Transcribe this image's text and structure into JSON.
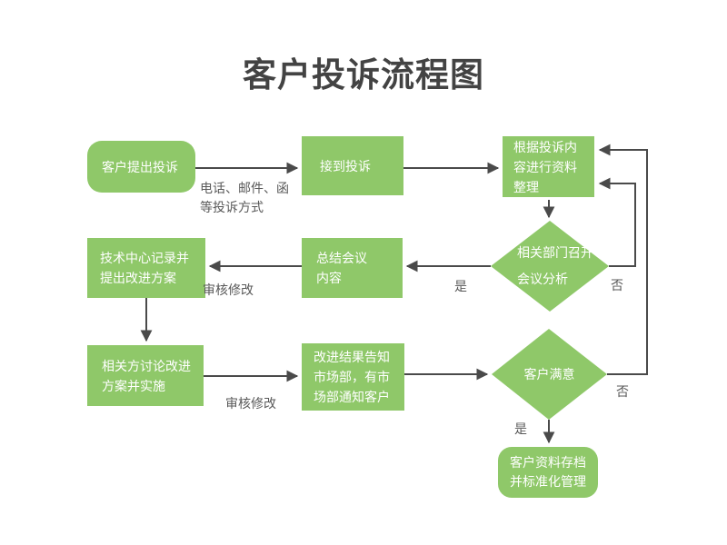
{
  "title": "客户投诉流程图",
  "colors": {
    "node-green": "#8FC869",
    "line": "#4A4A4A",
    "label-text": "#595959",
    "title-text": "#434343",
    "node-text": "#FFFFFF"
  },
  "nodes": {
    "start": {
      "label": "客户提出投诉"
    },
    "receive": {
      "label": "接到投诉"
    },
    "organize": {
      "label": "根据投诉内容进行资料整理",
      "lines": [
        "根据投诉内",
        "容进行资料",
        "整理"
      ]
    },
    "dept_meeting": {
      "label": "相关部门召开会议分析",
      "lines": [
        "相关部门召开",
        "会议分析"
      ]
    },
    "summary": {
      "label": "总结会议内容",
      "lines": [
        "总结会议",
        "内容"
      ]
    },
    "record": {
      "label": "技术中心记录并提出改进方案",
      "lines": [
        "技术中心记录并",
        "提出改进方案"
      ]
    },
    "discuss": {
      "label": "相关方讨论改进方案并实施",
      "lines": [
        "相关方讨论改进",
        "方案并实施"
      ]
    },
    "notify": {
      "label": "改进结果告知市场部，有市场部通知客户",
      "lines": [
        "改进结果告知",
        "市场部，有市",
        "场部通知客户"
      ]
    },
    "satisfied": {
      "label": "客户满意"
    },
    "archive": {
      "label": "客户资料存档并标准化管理",
      "lines": [
        "客户资料存档",
        "并标准化管理"
      ]
    }
  },
  "edge_labels": {
    "method": {
      "label": "电话、邮件、函等投诉方式",
      "lines": [
        "电话、邮件、函",
        "等投诉方式"
      ]
    },
    "review_1": "审核修改",
    "review_2": "审核修改",
    "yes_1": "是",
    "yes_2": "是",
    "no_1": "否",
    "no_2": "否"
  }
}
